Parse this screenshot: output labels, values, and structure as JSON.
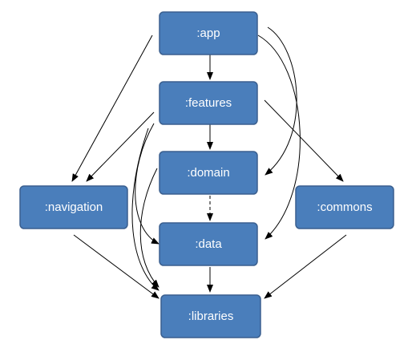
{
  "diagram": {
    "nodes": {
      "app": ":app",
      "features": ":features",
      "domain": ":domain",
      "navigation": ":navigation",
      "data": ":data",
      "commons": ":commons",
      "libraries": ":libraries"
    },
    "edges": [
      {
        "from": "app",
        "to": "features",
        "style": "solid"
      },
      {
        "from": "app",
        "to": "navigation",
        "style": "solid"
      },
      {
        "from": "app",
        "to": "domain",
        "style": "solid"
      },
      {
        "from": "app",
        "to": "data",
        "style": "solid"
      },
      {
        "from": "features",
        "to": "domain",
        "style": "solid"
      },
      {
        "from": "features",
        "to": "navigation",
        "style": "solid"
      },
      {
        "from": "features",
        "to": "commons",
        "style": "solid"
      },
      {
        "from": "features",
        "to": "data",
        "style": "solid"
      },
      {
        "from": "features",
        "to": "libraries",
        "style": "solid"
      },
      {
        "from": "domain",
        "to": "data",
        "style": "dashed"
      },
      {
        "from": "domain",
        "to": "libraries",
        "style": "solid"
      },
      {
        "from": "data",
        "to": "libraries",
        "style": "solid"
      },
      {
        "from": "navigation",
        "to": "libraries",
        "style": "solid"
      },
      {
        "from": "commons",
        "to": "libraries",
        "style": "solid"
      }
    ],
    "colors": {
      "node_fill": "#4a7ebb",
      "node_stroke": "#3a5f8f",
      "node_text": "#ffffff",
      "edge": "#000000"
    }
  }
}
